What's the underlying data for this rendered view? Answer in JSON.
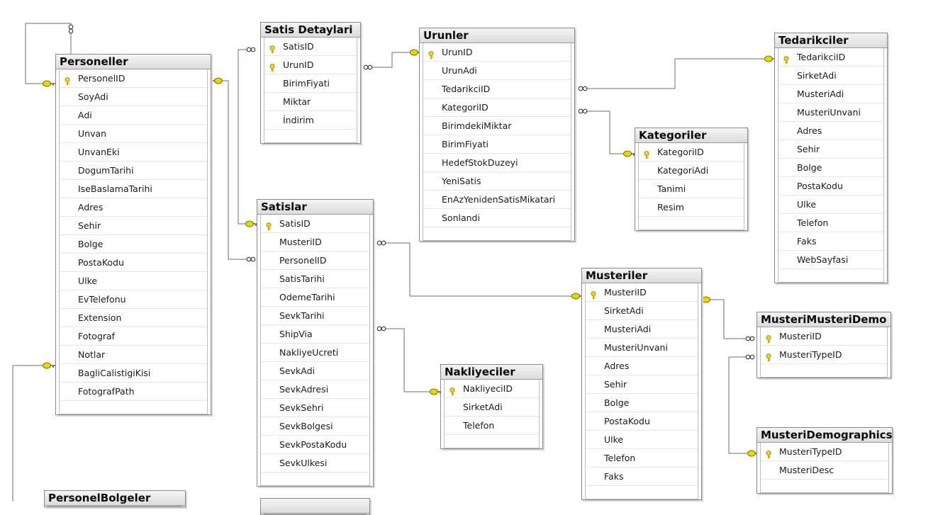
{
  "tables": [
    {
      "id": "personeller",
      "title": "Personeller",
      "columns": [
        "PersonelID",
        "SoyAdi",
        "Adi",
        "Unvan",
        "UnvanEki",
        "DogumTarihi",
        "IseBaslamaTarihi",
        "Adres",
        "Sehir",
        "Bolge",
        "PostaKodu",
        "Ulke",
        "EvTelefonu",
        "Extension",
        "Fotograf",
        "Notlar",
        "BagliCalistigiKisi",
        "FotografPath"
      ],
      "keys": [
        0
      ]
    },
    {
      "id": "satis-detaylari",
      "title": "Satis Detaylari",
      "columns": [
        "SatisID",
        "UrunID",
        "BirimFiyati",
        "Miktar",
        "İndirim"
      ],
      "keys": [
        0,
        1
      ]
    },
    {
      "id": "urunler",
      "title": "Urunler",
      "columns": [
        "UrunID",
        "UrunAdi",
        "TedarikciID",
        "KategoriID",
        "BirimdekiMiktar",
        "BirimFiyati",
        "HedefStokDuzeyi",
        "YeniSatis",
        "EnAzYenidenSatisMikatari",
        "Sonlandi"
      ],
      "keys": [
        0
      ]
    },
    {
      "id": "tedarikciler",
      "title": "Tedarikciler",
      "columns": [
        "TedarikciID",
        "SirketAdi",
        "MusteriAdi",
        "MusteriUnvani",
        "Adres",
        "Sehir",
        "Bolge",
        "PostaKodu",
        "Ulke",
        "Telefon",
        "Faks",
        "WebSayfasi"
      ],
      "keys": [
        0
      ]
    },
    {
      "id": "kategoriler",
      "title": "Kategoriler",
      "columns": [
        "KategoriID",
        "KategoriAdi",
        "Tanimi",
        "Resim"
      ],
      "keys": [
        0
      ]
    },
    {
      "id": "satislar",
      "title": "Satislar",
      "columns": [
        "SatisID",
        "MusteriID",
        "PersonelID",
        "SatisTarihi",
        "OdemeTarihi",
        "SevkTarihi",
        "ShipVia",
        "NakliyeUcreti",
        "SevkAdi",
        "SevkAdresi",
        "SevkSehri",
        "SevkBolgesi",
        "SevkPostaKodu",
        "SevkUlkesi"
      ],
      "keys": [
        0
      ]
    },
    {
      "id": "musteriler",
      "title": "Musteriler",
      "columns": [
        "MusteriID",
        "SirketAdi",
        "MusteriAdi",
        "MusteriUnvani",
        "Adres",
        "Sehir",
        "Bolge",
        "PostaKodu",
        "Ulke",
        "Telefon",
        "Faks"
      ],
      "keys": [
        0
      ]
    },
    {
      "id": "musteri-musteri-demo",
      "title": "MusteriMusteriDemo",
      "columns": [
        "MusteriID",
        "MusteriTypeID"
      ],
      "keys": [
        0,
        1
      ]
    },
    {
      "id": "nakliyeciler",
      "title": "Nakliyeciler",
      "columns": [
        "NakliyeciID",
        "SirketAdi",
        "Telefon"
      ],
      "keys": [
        0
      ]
    },
    {
      "id": "musteri-demographics",
      "title": "MusteriDemographics",
      "columns": [
        "MusteriTypeID",
        "MusteriDesc"
      ],
      "keys": [
        0
      ]
    },
    {
      "id": "personel-bolgeler",
      "title": "PersonelBolgeler",
      "columns": [],
      "keys": []
    },
    {
      "id": "partial-table",
      "title": "",
      "columns": [],
      "keys": []
    }
  ],
  "colors": {
    "key_icon": "#d9b100",
    "relation_line": "#6e6e6e",
    "relation_key_end": "#e8d800"
  }
}
